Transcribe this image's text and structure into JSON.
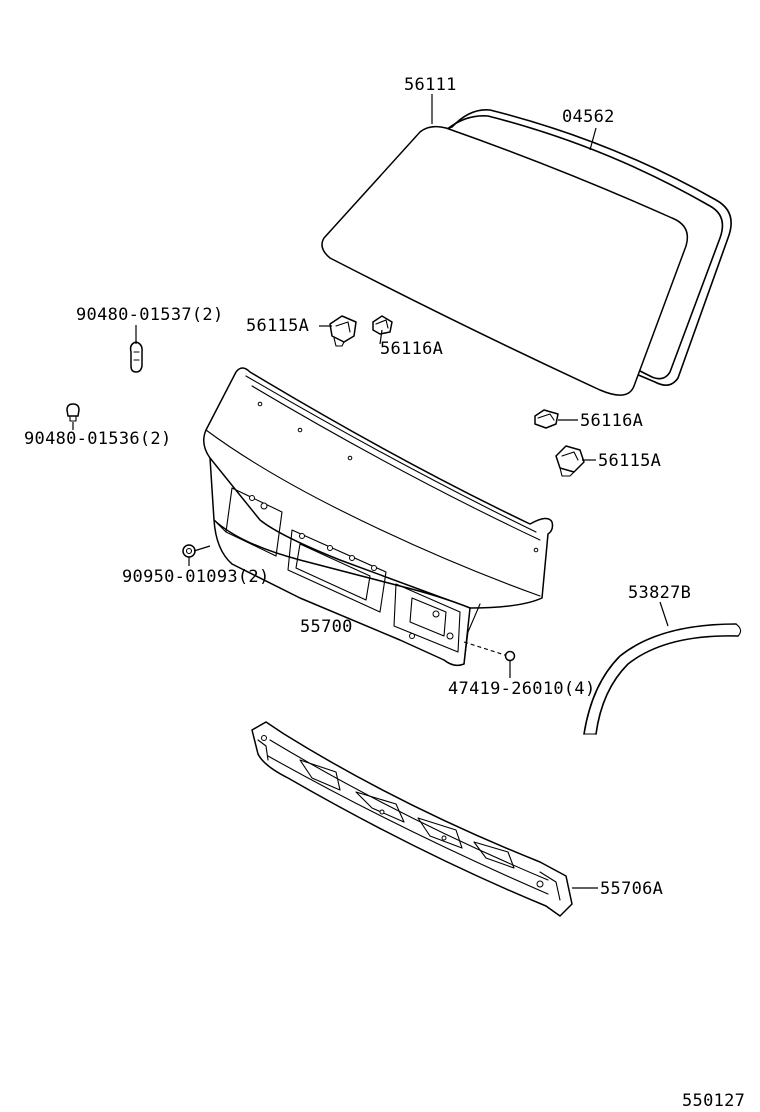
{
  "labels": {
    "windshield_glass": "56111",
    "weatherstrip": "04562",
    "clip_56115A_left": "56115A",
    "clip_56116A_left": "56116A",
    "clip_56116A_right": "56116A",
    "clip_56115A_right": "56115A",
    "plug_90480_01537": "90480-01537(2)",
    "plug_90480_01536": "90480-01536(2)",
    "plug_90950_01093": "90950-01093(2)",
    "cowl_panel": "55700",
    "clip_47419": "47419-26010(4)",
    "moulding_53827B": "53827B",
    "reinforcement_55706A": "55706A",
    "figure_number": "550127"
  }
}
